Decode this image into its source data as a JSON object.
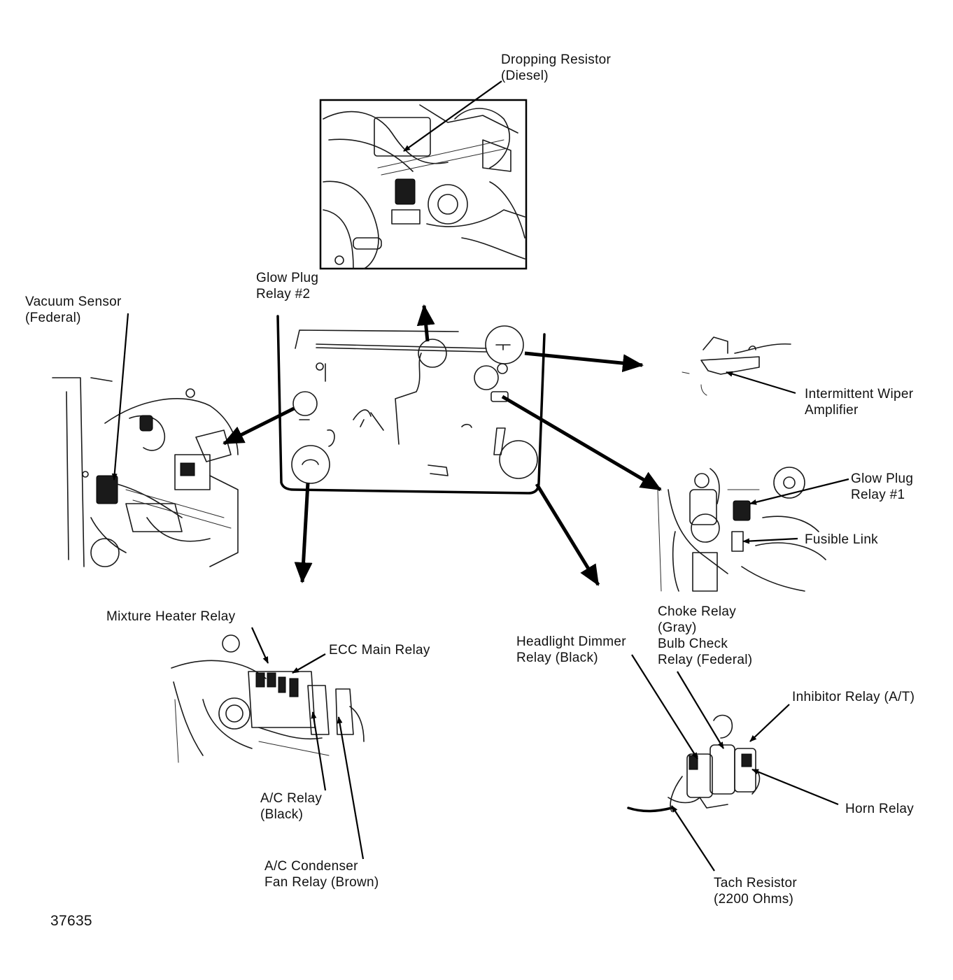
{
  "labels": {
    "dropping_resistor": [
      "Dropping Resistor",
      "(Diesel)"
    ],
    "glow_plug_relay_2": [
      "Glow Plug",
      "Relay #2"
    ],
    "vacuum_sensor": [
      "Vacuum Sensor",
      "(Federal)"
    ],
    "intermittent_wiper": [
      "Intermittent Wiper",
      "Amplifier"
    ],
    "glow_plug_relay_1": [
      "Glow Plug",
      "Relay #1"
    ],
    "fusible_link": "Fusible Link",
    "mixture_heater_relay": "Mixture Heater Relay",
    "ecc_main_relay": "ECC Main Relay",
    "ac_relay": [
      "A/C Relay",
      "(Black)"
    ],
    "ac_condenser_fan_relay": [
      "A/C Condenser",
      "Fan Relay (Brown)"
    ],
    "headlight_dimmer_relay": [
      "Headlight Dimmer",
      "Relay (Black)"
    ],
    "choke_bulb_check_relay": [
      "Choke Relay",
      "(Gray)",
      "Bulb Check",
      "Relay (Federal)"
    ],
    "inhibitor_relay": "Inhibitor Relay (A/T)",
    "horn_relay": "Horn Relay",
    "tach_resistor": [
      "Tach Resistor",
      "(2200 Ohms)"
    ]
  },
  "figure_number": "37635",
  "colors": {
    "ink": "#111111",
    "paper": "#ffffff"
  }
}
